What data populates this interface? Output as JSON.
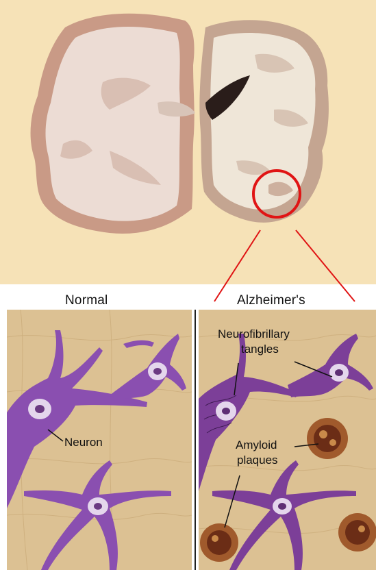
{
  "labels": {
    "normal": "Normal",
    "alzheimers": "Alzheimer's",
    "neuron": "Neuron",
    "tangles_line1": "Neurofibrillary",
    "tangles_line2": "tangles",
    "plaques_line1": "Amyloid",
    "plaques_line2": "plaques"
  },
  "colors": {
    "top_background": "#f6e2b7",
    "tissue_background": "#dcc193",
    "neuron": "#8a4fb0",
    "highlight_circle": "#e01414",
    "zoom_lines": "#e01414"
  }
}
